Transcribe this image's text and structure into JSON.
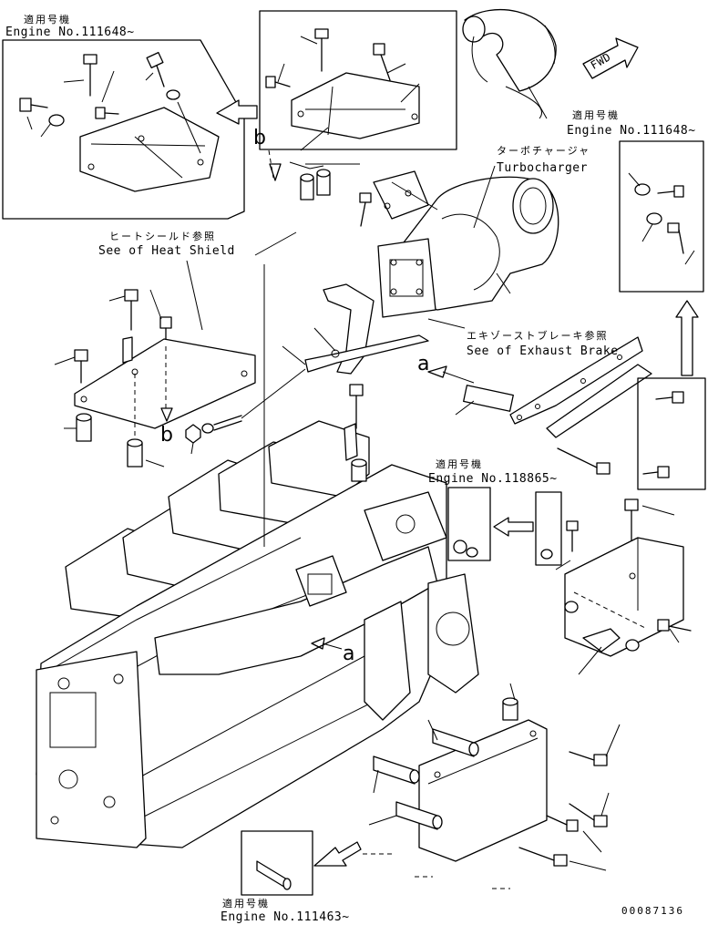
{
  "labels": {
    "applicable_jp_1": "適用号機",
    "engine_no_1": "Engine No.111648~",
    "applicable_jp_2": "適用号機",
    "engine_no_2": "Engine No.111648~",
    "turbo_jp": "ターボチャージャ",
    "turbo_en": "Turbocharger",
    "heat_shield_jp": "ヒートシールド参照",
    "heat_shield_en": "See of Heat Shield",
    "exhaust_jp": "エキゾーストブレーキ参照",
    "exhaust_en": "See of Exhaust Brake",
    "applicable_jp_3": "適用号機",
    "engine_no_3": "Engine No.118865~",
    "applicable_jp_4": "適用号機",
    "engine_no_4": "Engine No.111463~",
    "fwd": "FWD",
    "ref_a_1": "a",
    "ref_a_2": "a",
    "ref_b_1": "b",
    "ref_b_2": "b",
    "drawing_number": "00087136"
  }
}
